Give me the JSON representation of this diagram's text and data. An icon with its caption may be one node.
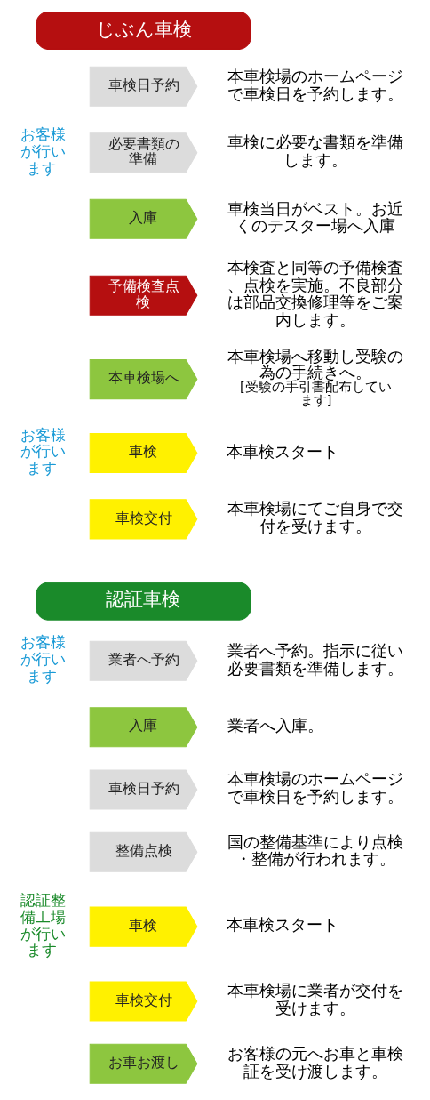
{
  "diagram": {
    "nodes": [
      {
        "text": [
          "じぶん車検"
        ]
      },
      {
        "text": [
          "車検日予約"
        ],
        "beside": [
          "本車検場のホームページで車検日を予約します。"
        ]
      },
      {
        "text": [
          "必要書類の準備"
        ],
        "beside": [
          "車検に必要な書類を準備します。"
        ]
      },
      {
        "text": [
          "入庫"
        ],
        "beside": [
          "車検当日がベスト。お近くのテスター場へ入庫"
        ]
      },
      {
        "text": [
          "予備検査点検"
        ],
        "beside": [
          "本検査と同等の予備検査、点検を実施。不良部分は部品交換修理等をご案内します。"
        ]
      },
      {
        "text": [
          "本車検場へ"
        ],
        "beside": [
          "本車検場へ移動し受験の為の手続きへ。",
          "[受験の手引書配布しています]"
        ]
      },
      {
        "text": [
          "車検"
        ],
        "beside": [
          "本車検スタート"
        ]
      },
      {
        "text": [
          "車検交付"
        ],
        "beside": [
          "本車検場にてご自身で交付を受けます。"
        ]
      },
      {
        "text": [
          "認証車検"
        ]
      },
      {
        "text": [
          "業者へ予約"
        ],
        "beside": [
          "業者へ予約。指示に従い必要書類を準備します。"
        ]
      },
      {
        "text": [
          "入庫"
        ],
        "beside": [
          "業者へ入庫。"
        ]
      },
      {
        "text": [
          "車検日予約"
        ],
        "beside": [
          "本車検場のホームページで車検日を予約します。"
        ]
      },
      {
        "text": [
          "整備点検"
        ],
        "beside": [
          "国の整備基準により点検・整備が行われます。"
        ]
      },
      {
        "text": [
          "車検"
        ],
        "beside": [
          "本車検スタート"
        ]
      },
      {
        "text": [
          "車検交付"
        ],
        "beside": [
          "本車検場に業者が交付を受けます。"
        ]
      },
      {
        "text": [
          "お車お渡し"
        ],
        "beside": [
          "お客様の元へお車と車検証を受け渡します。"
        ]
      }
    ],
    "labels": [
      "お客様が行います",
      "お客様が行います",
      "お客様が行います",
      "認証整備工場が行います"
    ]
  }
}
